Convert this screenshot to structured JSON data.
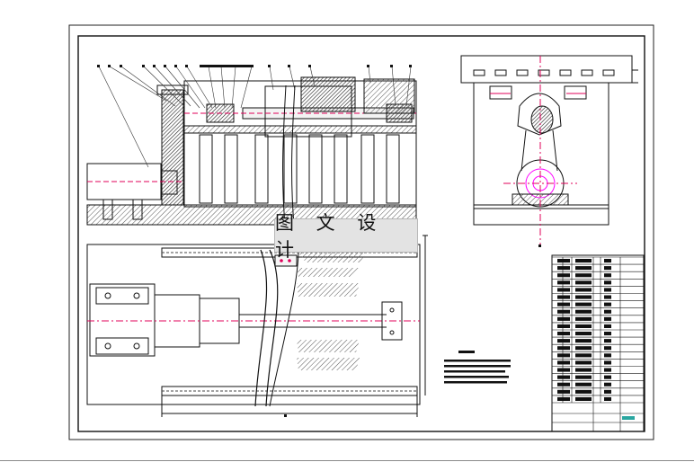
{
  "watermark": {
    "text": "图 文 设 计"
  },
  "colors": {
    "line": "#111111",
    "centerline": "#e0005a",
    "highlight": "#ff00ff",
    "hatch": "#555555",
    "grey_fill": "#e3e3e3",
    "title_block_teal": "#2aa6a0"
  },
  "views": [
    "front-section-view",
    "side-view",
    "top-view"
  ],
  "title_block": {
    "parts_list_rows": 20,
    "visible_text": ""
  }
}
